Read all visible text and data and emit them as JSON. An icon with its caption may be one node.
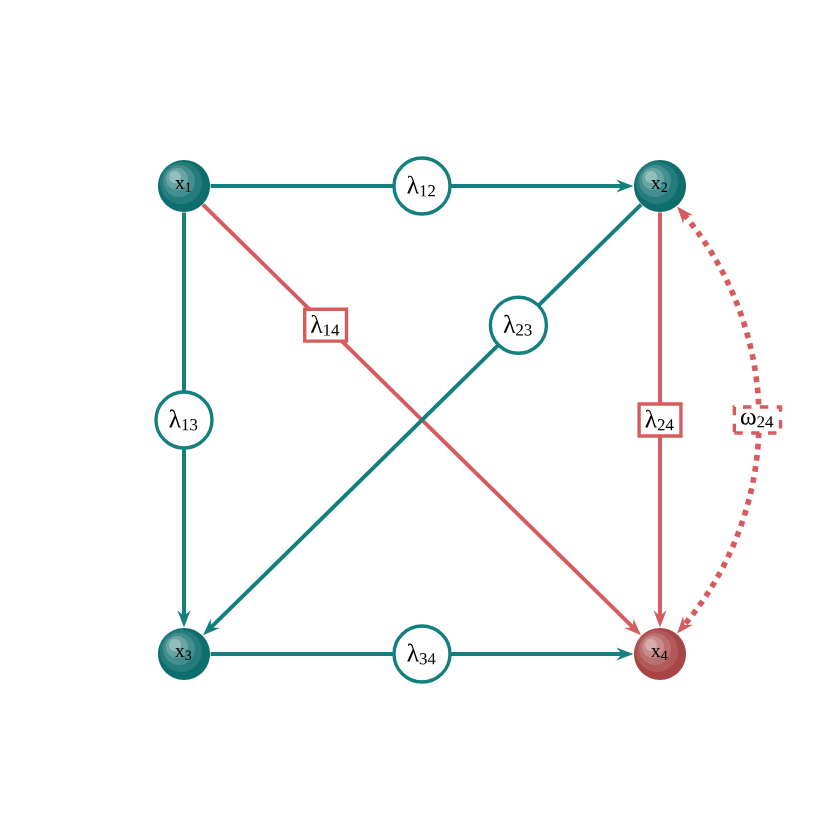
{
  "diagram": {
    "nodes": [
      {
        "text": [
          "x$_{1}$"
        ]
      },
      {
        "text": [
          "x$_{2}$"
        ]
      },
      {
        "text": [
          "x$_{3}$"
        ]
      },
      {
        "text": [
          "x$_{4}$"
        ]
      }
    ],
    "edges": [
      {
        "from": 0,
        "to": 1,
        "arrow": "to",
        "label": "λ$_{12}$"
      },
      {
        "from": 0,
        "to": 3,
        "arrow": "to",
        "label": "λ$_{14}$",
        "color": "#d65b5e"
      },
      {
        "from": 0,
        "to": 2,
        "arrow": "to",
        "label": "λ$_{13}$"
      },
      {
        "from": 1,
        "to": 2,
        "arrow": "to",
        "label": "λ$_{23}$"
      },
      {
        "from": 1,
        "to": 3,
        "arrow": "to",
        "label": "λ$_{24}$",
        "color": "#d65b5e"
      },
      {
        "from": 1,
        "to": 3,
        "arrow": "both",
        "label": "ω$_{24}$",
        "style": "dashed",
        "color": "#d65b5e"
      },
      {
        "from": 2,
        "to": 3,
        "arrow": "to",
        "label": "λ$_{34}$"
      }
    ]
  }
}
